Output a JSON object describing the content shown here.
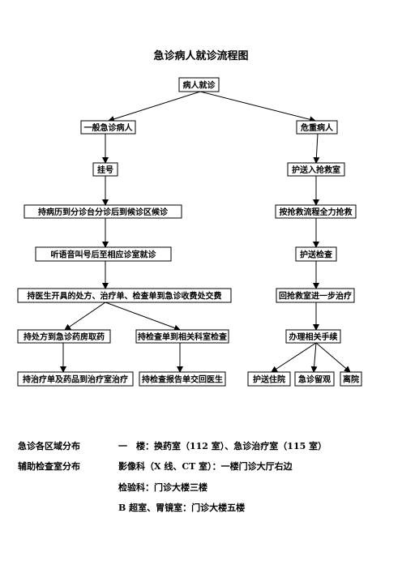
{
  "title": "急诊病人就诊流程图",
  "nodes": {
    "start": "病人就诊",
    "general": "一般急诊病人",
    "critical": "危重病人",
    "register": "挂号",
    "triage": "持病历到分诊台分诊后到候诊区候诊",
    "called": "听语音叫号后至相应诊室就诊",
    "pay": "持医生开具的处方、治疗单、检查单到急诊收费处交费",
    "pharmacy": "持处方到急诊药房取药",
    "exam": "持检查单到相关科室检查",
    "treatment": "持治疗单及药品到治疗室治疗",
    "report": "持检查报告单交回医生",
    "rescue_room": "护送入抢救室",
    "rescue": "按抢救流程全力抢救",
    "escort_exam": "护送检查",
    "back_rescue": "回抢救室进一步治疗",
    "procedures": "办理相关手续",
    "admit": "护送住院",
    "observe": "急诊留观",
    "discharge": "离院"
  },
  "info": [
    {
      "label": "急诊各区域分布",
      "value": "一　楼：换药室（112 室）、急诊治疗室（115 室）"
    },
    {
      "label": "辅助检查室分布",
      "value": "影像科（X 线、CT 室）：一楼门诊大厅右边"
    },
    {
      "label": "",
      "value": "检验科：门诊大楼三楼"
    },
    {
      "label": "",
      "value": "B 超室、胃镜室：门诊大楼五楼"
    }
  ]
}
